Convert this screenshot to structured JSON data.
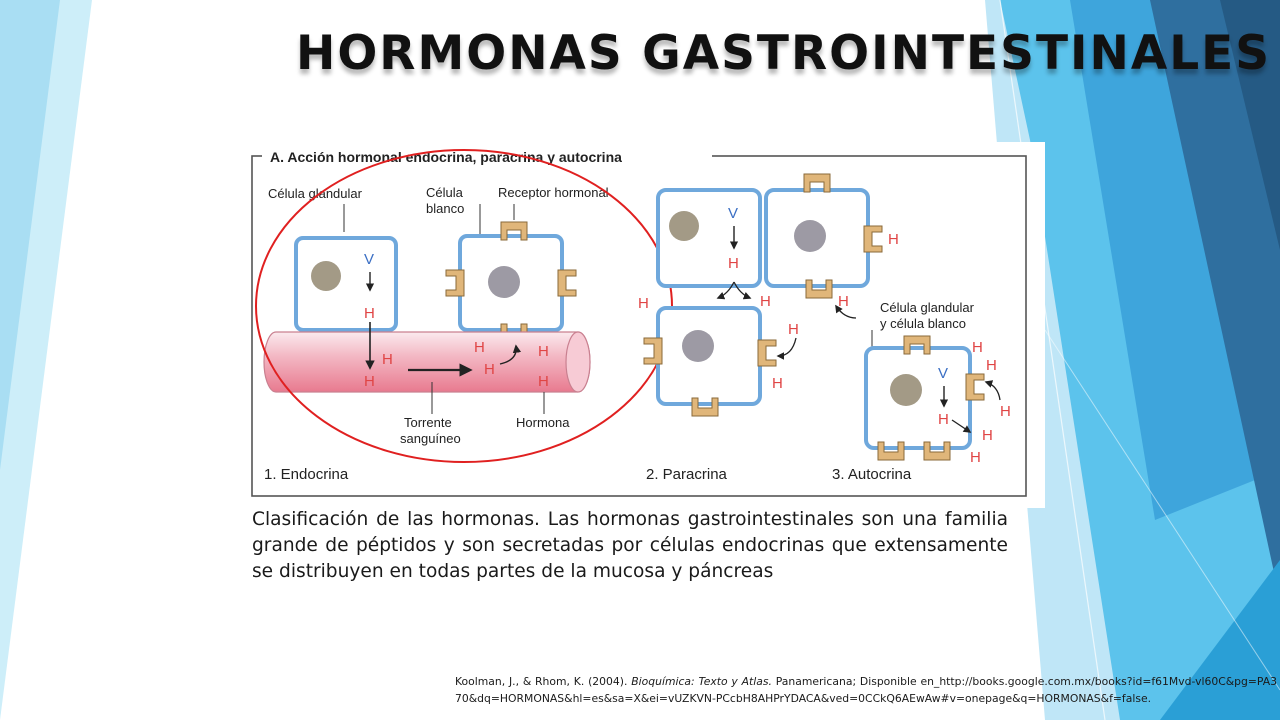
{
  "slide": {
    "title": "HORMONAS GASTROINTESTINALES",
    "caption": "Clasificación de las hormonas. Las hormonas gastrointestinales son una familia grande de péptidos y son secretadas por células endocrinas que extensamente se distribuyen en todas partes de la mucosa y páncreas",
    "reference": {
      "authors": "Koolman, J., & Rhom, K. (2004).",
      "book": "Bioquímica: Texto y Atlas.",
      "rest": "Panamericana; Disponible en_http://books.google.com.mx/books?id=f61Mvd-vl60C&pg=PA370&dq=HORMONAS&hl=es&sa=X&ei=vUZKVN-PCcbH8AHPrYDACA&ved=0CCkQ6AEwAw#v=onepage&q=HORMONAS&f=false."
    }
  },
  "figure": {
    "heading": "A. Acción hormonal endocrina, paracrina y autocrina",
    "labels": {
      "celula_glandular": "Célula glandular",
      "celula_blanco_1": "Célula",
      "celula_blanco_2": "blanco",
      "receptor": "Receptor hormonal",
      "torrente_1": "Torrente",
      "torrente_2": "sanguíneo",
      "hormona": "Hormona",
      "glandular_blanco_1": "Célula glandular",
      "glandular_blanco_2": "y célula blanco",
      "v": "V",
      "h": "H"
    },
    "panels": {
      "endocrina": "1. Endocrina",
      "paracrina": "2. Paracrina",
      "autocrina": "3. Autocrina"
    },
    "colors": {
      "cell_border": "#6fa8dc",
      "nucleus": "#a39a86",
      "receptor": "#e0b67a",
      "hormone": "#e04545",
      "highlight_ellipse": "#e02020",
      "vessel": "#ef9aa8"
    }
  },
  "theme": {
    "accent_light": "#bfe6f7",
    "accent_mid": "#5cc3ec",
    "accent_dark": "#2f6f9f"
  }
}
